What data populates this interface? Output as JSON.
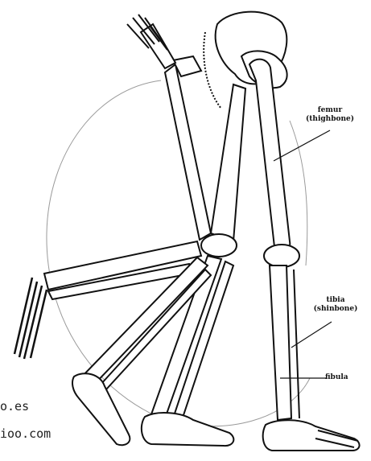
{
  "labels": {
    "femur": "femur",
    "femur_sub": "(thighbone)",
    "tibia": "tibia",
    "tibia_sub": "(shinbone)",
    "fibula": "fibula"
  },
  "watermark": {
    "line1": "o.es",
    "line2": "ioo.com"
  },
  "colors": {
    "ink": "#111111",
    "background": "#ffffff",
    "guide_line": "#9a9a9a"
  }
}
